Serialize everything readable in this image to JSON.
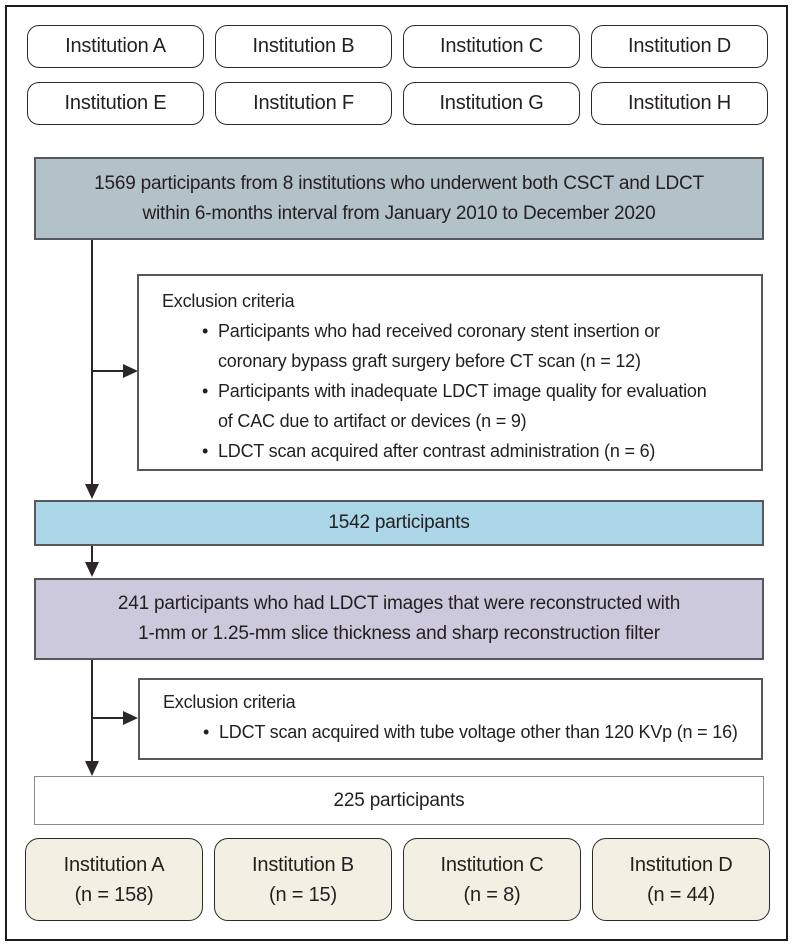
{
  "bullet_char": "•",
  "colors": {
    "cohort_fill": "#b3c1c9",
    "participants_fill": "#aad6e8",
    "subset_fill": "#cdc9dc",
    "result_fill": "#f2efe3",
    "ink": "#231f20"
  },
  "top_institutions": {
    "row1": [
      "Institution A",
      "Institution B",
      "Institution C",
      "Institution D"
    ],
    "row2": [
      "Institution E",
      "Institution F",
      "Institution G",
      "Institution H"
    ]
  },
  "cohort_box": {
    "line1": "1569 participants from 8 institutions who underwent both CSCT and LDCT",
    "line2": "within 6-months interval from January 2010 to December 2020"
  },
  "exclusion1": {
    "title": "Exclusion criteria",
    "bullet1_line1": "Participants who had received coronary stent insertion or",
    "bullet1_line2": "coronary bypass graft surgery before CT scan (n = 12)",
    "bullet2_line1": "Participants with inadequate LDCT image quality for evaluation",
    "bullet2_line2": "of CAC due to artifact or devices (n = 9)",
    "bullet3_line1": "LDCT scan acquired after contrast administration (n = 6)"
  },
  "participants_box": "1542 participants",
  "subset_box": {
    "line1": "241 participants who had LDCT images that were reconstructed with",
    "line2": "1-mm or 1.25-mm slice thickness and sharp reconstruction filter"
  },
  "exclusion2": {
    "title": "Exclusion criteria",
    "bullet1_line1": "LDCT scan acquired with tube voltage other than 120 KVp (n = 16)"
  },
  "final_box": "225 participants",
  "bottom_institutions": [
    {
      "name": "Institution A",
      "n": "(n = 158)"
    },
    {
      "name": "Institution B",
      "n": "(n = 15)"
    },
    {
      "name": "Institution C",
      "n": "(n = 8)"
    },
    {
      "name": "Institution D",
      "n": "(n = 44)"
    }
  ]
}
